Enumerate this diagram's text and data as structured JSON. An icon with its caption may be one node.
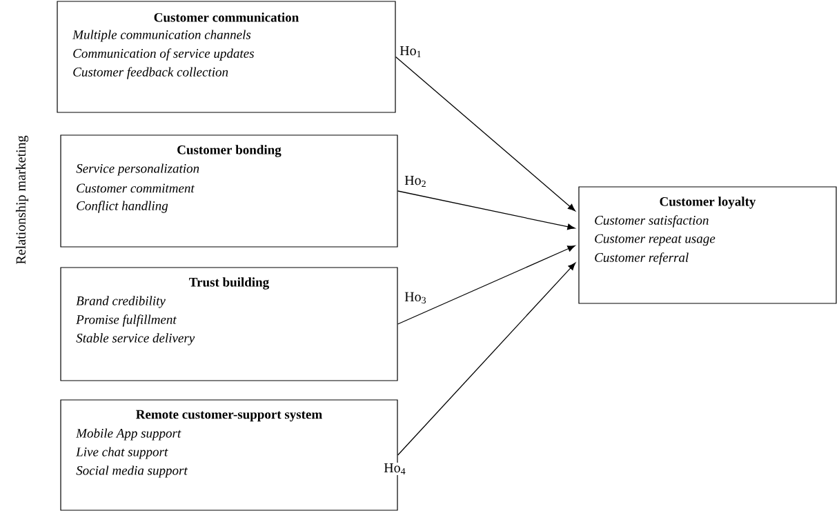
{
  "diagram": {
    "nodes": [
      {
        "text": [
          "Customer communication",
          "Multiple communication channels",
          "Communication of service updates",
          "Customer feedback collection"
        ]
      },
      {
        "text": [
          "Customer bonding",
          "Service personalization",
          "Customer commitment",
          "Conflict handling"
        ]
      },
      {
        "text": [
          "Trust building",
          "Brand credibility",
          "Promise fulfillment",
          "Stable service delivery"
        ]
      },
      {
        "text": [
          "Remote customer-support system",
          "Mobile App support",
          "Live chat support",
          "Social media support"
        ]
      },
      {
        "text": [
          "Customer loyalty",
          "Customer satisfaction",
          "Customer repeat usage",
          "Customer referral"
        ]
      }
    ],
    "edges": [
      {
        "from": 0,
        "to": 4,
        "arrow": "to",
        "label": "Ho$_{1}$"
      },
      {
        "from": 1,
        "to": 4,
        "arrow": "to",
        "label": "Ho$_{2}$"
      },
      {
        "from": 2,
        "to": 4,
        "arrow": "to",
        "label": "Ho$_{3}$"
      },
      {
        "from": 3,
        "to": 4,
        "arrow": "to",
        "label": "Ho$_{4}$"
      }
    ],
    "labels": [
      "Relationship marketing"
    ]
  }
}
